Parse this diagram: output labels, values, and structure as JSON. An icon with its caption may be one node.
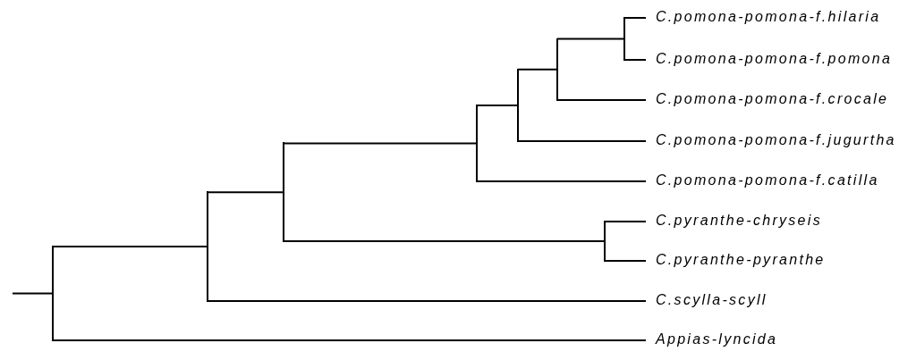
{
  "diagram": {
    "nodes": [
      {
        "text": [
          "C.pomona-pomona-f.hilaria"
        ]
      },
      {
        "text": [
          "C.pomona-pomona-f.pomona"
        ]
      },
      {
        "text": [
          "C.pomona-pomona-f.crocale"
        ]
      },
      {
        "text": [
          "C.pomona-pomona-f.jugurtha"
        ]
      },
      {
        "text": [
          "C.pomona-pomona-f.catilla"
        ]
      },
      {
        "text": [
          "C.pyranthe-chryseis"
        ]
      },
      {
        "text": [
          "C.pyranthe-pyranthe"
        ]
      },
      {
        "text": [
          "C.scylla-scyll"
        ]
      },
      {
        "text": [
          "Appias-lyncida"
        ]
      },
      {
        "text": [],
        "shape": "bar"
      },
      {
        "text": [],
        "shape": "bar"
      },
      {
        "text": [],
        "shape": "bar"
      },
      {
        "text": [],
        "shape": "bar"
      },
      {
        "text": [],
        "shape": "bar"
      },
      {
        "text": [],
        "shape": "bar"
      },
      {
        "text": [],
        "shape": "bar"
      },
      {
        "text": [],
        "shape": "bar"
      }
    ],
    "edges": [
      {
        "from": 16,
        "to": 0,
        "arrow": "none"
      },
      {
        "from": 16,
        "to": 1,
        "arrow": "none"
      },
      {
        "from": 14,
        "to": 16,
        "arrow": "none"
      },
      {
        "from": 14,
        "to": 2,
        "arrow": "none"
      },
      {
        "from": 13,
        "to": 14,
        "arrow": "none"
      },
      {
        "from": 13,
        "to": 3,
        "arrow": "none"
      },
      {
        "from": 12,
        "to": 13,
        "arrow": "none"
      },
      {
        "from": 12,
        "to": 4,
        "arrow": "none"
      },
      {
        "from": 15,
        "to": 5,
        "arrow": "none"
      },
      {
        "from": 15,
        "to": 6,
        "arrow": "none"
      },
      {
        "from": 11,
        "to": 12,
        "arrow": "none"
      },
      {
        "from": 11,
        "to": 15,
        "arrow": "none"
      },
      {
        "from": 10,
        "to": 11,
        "arrow": "none"
      },
      {
        "from": 10,
        "to": 7,
        "arrow": "none"
      },
      {
        "from": 9,
        "to": 10,
        "arrow": "none"
      },
      {
        "from": 9,
        "to": 8,
        "arrow": "none"
      },
      {
        "from": null,
        "to": 9,
        "arrow": "none"
      }
    ]
  }
}
